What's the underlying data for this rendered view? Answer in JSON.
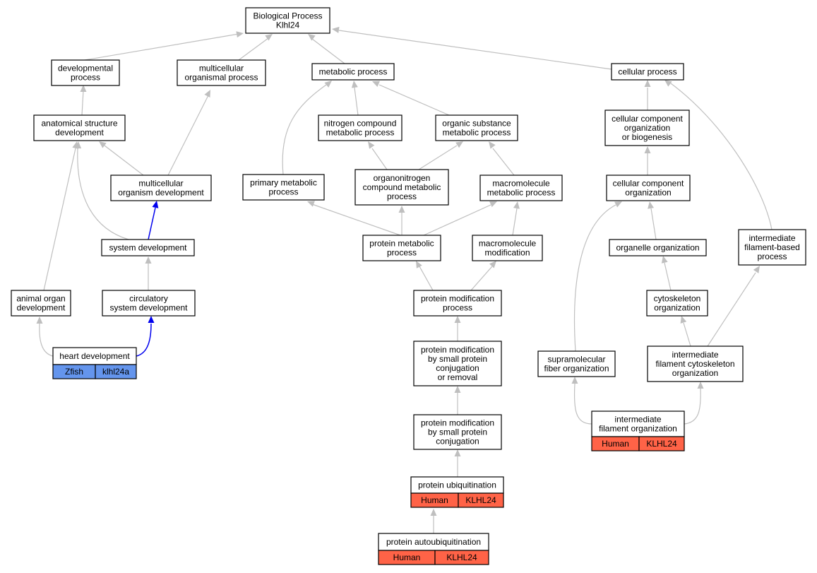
{
  "colors": {
    "zfish": "#6495ed",
    "human": "#ff6347",
    "edge_gray": "#bfbfbf",
    "edge_blue": "#0000ee"
  },
  "nodes": {
    "root": [
      "Biological Process",
      "Klhl24"
    ],
    "developmental_process": [
      "developmental",
      "process"
    ],
    "multicellular_organismal_process": [
      "multicellular",
      "organismal process"
    ],
    "metabolic_process": [
      "metabolic process"
    ],
    "cellular_process": [
      "cellular process"
    ],
    "anatomical_structure_development": [
      "anatomical structure",
      "development"
    ],
    "nitrogen_compound_metabolic_process": [
      "nitrogen compound",
      "metabolic process"
    ],
    "organic_substance_metabolic_process": [
      "organic substance",
      "metabolic process"
    ],
    "cellular_component_organization_or_biogenesis": [
      "cellular component",
      "organization",
      "or biogenesis"
    ],
    "multicellular_organism_development": [
      "multicellular",
      "organism development"
    ],
    "primary_metabolic_process": [
      "primary metabolic",
      "process"
    ],
    "organonitrogen_compound_metabolic_process": [
      "organonitrogen",
      "compound metabolic",
      "process"
    ],
    "macromolecule_metabolic_process": [
      "macromolecule",
      "metabolic process"
    ],
    "cellular_component_organization": [
      "cellular component",
      "organization"
    ],
    "system_development": [
      "system development"
    ],
    "protein_metabolic_process": [
      "protein metabolic",
      "process"
    ],
    "macromolecule_modification": [
      "macromolecule",
      "modification"
    ],
    "organelle_organization": [
      "organelle organization"
    ],
    "intermediate_filament_based_process": [
      "intermediate",
      "filament-based",
      "process"
    ],
    "animal_organ_development": [
      "animal organ",
      "development"
    ],
    "circulatory_system_development": [
      "circulatory",
      "system development"
    ],
    "protein_modification_process": [
      "protein modification",
      "process"
    ],
    "cytoskeleton_organization": [
      "cytoskeleton",
      "organization"
    ],
    "heart_development": [
      "heart development"
    ],
    "protein_modification_by_small_protein_conjugation_or_removal": [
      "protein modification",
      "by small protein",
      "conjugation",
      "or removal"
    ],
    "supramolecular_fiber_organization": [
      "supramolecular",
      "fiber organization"
    ],
    "intermediate_filament_cytoskeleton_organization": [
      "intermediate",
      "filament cytoskeleton",
      "organization"
    ],
    "protein_modification_by_small_protein_conjugation": [
      "protein modification",
      "by small protein",
      "conjugation"
    ],
    "intermediate_filament_organization": [
      "intermediate",
      "filament organization"
    ],
    "protein_ubiquitination": [
      "protein ubiquitination"
    ],
    "protein_autoubiquitination": [
      "protein autoubiquitination"
    ]
  },
  "annotations": {
    "heart_development": {
      "species": "Zfish",
      "gene": "klhl24a",
      "color_key": "zfish"
    },
    "intermediate_filament_organization": {
      "species": "Human",
      "gene": "KLHL24",
      "color_key": "human"
    },
    "protein_ubiquitination": {
      "species": "Human",
      "gene": "KLHL24",
      "color_key": "human"
    },
    "protein_autoubiquitination": {
      "species": "Human",
      "gene": "KLHL24",
      "color_key": "human"
    }
  }
}
